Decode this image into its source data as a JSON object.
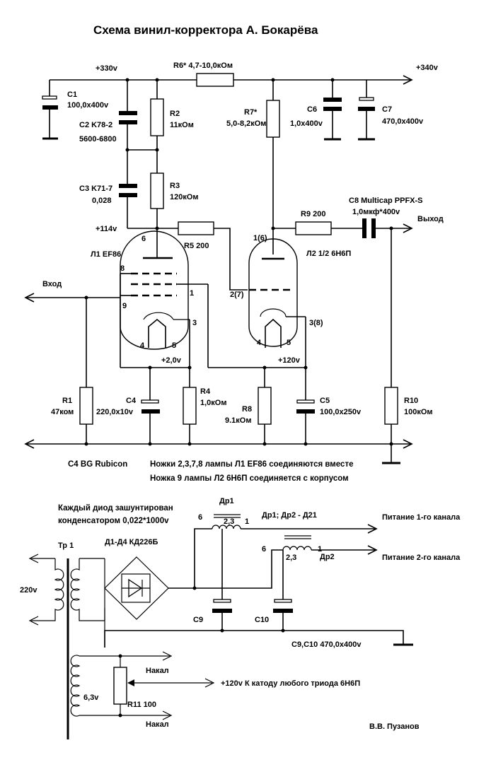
{
  "title": "Схема винил-корректора А. Бокарёва",
  "rails": {
    "v330": "+330v",
    "v340": "+340v",
    "v114": "+114v",
    "v2": "+2,0v",
    "v120": "+120v"
  },
  "components": {
    "R6": "R6* 4,7-10,0кОм",
    "C1": [
      "C1",
      "100,0x400v"
    ],
    "C2": [
      "C2 K78-2",
      "5600-6800"
    ],
    "R2": [
      "R2",
      "11кОм"
    ],
    "R7": [
      "R7*",
      "5,0-8,2кОм"
    ],
    "C6": [
      "C6",
      "1,0x400v"
    ],
    "C7": [
      "C7",
      "470,0x400v"
    ],
    "C3": [
      "C3 K71-7",
      "0,028"
    ],
    "R3": [
      "R3",
      "120кОм"
    ],
    "C8": [
      "C8 Multicap PPFX-S",
      "1,0мкф*400v"
    ],
    "R9": "R9 200",
    "R5": "R5 200",
    "R1": [
      "R1",
      "47ком"
    ],
    "C4": [
      "C4",
      "220,0x10v"
    ],
    "R4": [
      "R4",
      "1,0кОм"
    ],
    "R8": [
      "R8",
      "9.1кОм"
    ],
    "C5": [
      "C5",
      "100,0x250v"
    ],
    "R10": [
      "R10",
      "100кОм"
    ]
  },
  "tubes": {
    "L1": "Л1 EF86",
    "L2": "Л2 1/2 6Н6П",
    "pins_l1": [
      "6",
      "8",
      "1",
      "9",
      "3",
      "4",
      "5"
    ],
    "pins_l2": [
      "1(6)",
      "2(7)",
      "3(8)",
      "4",
      "5"
    ]
  },
  "io": {
    "input": "Вход",
    "output": "Выход"
  },
  "notes": {
    "c4_type": "C4 BG Rubicon",
    "pins_l1": "Ножки 2,3,7,8 лампы Л1 EF86 соединяются вместе",
    "pin9_l2": "Ножка 9 лампы Л2 6Н6П соединяется с корпусом",
    "diode_shunt": [
      "Каждый диод зашунтирован",
      "конденсатором 0,022*1000v"
    ]
  },
  "psu": {
    "tr1": "Тр 1",
    "mains": "220v",
    "diodes": "Д1-Д4  КД226Б",
    "dr1": "Др1",
    "dr_pins": [
      "6",
      "2,3",
      "1"
    ],
    "dr_types": "Др1; Др2 - Д21",
    "dr2": "Др2",
    "supply1": "Питание 1-го канала",
    "supply2": "Питание 2-го канала",
    "c9": "C9",
    "c10": "C10",
    "c9c10": "C9,C10 470,0x400v",
    "heater1": "Накал",
    "heater2": "Накал",
    "heater_v": "6,3v",
    "r11": "R11 100",
    "cathode_note": "+120v К катоду любого триода 6Н6П"
  },
  "author": "В.В. Пузанов"
}
